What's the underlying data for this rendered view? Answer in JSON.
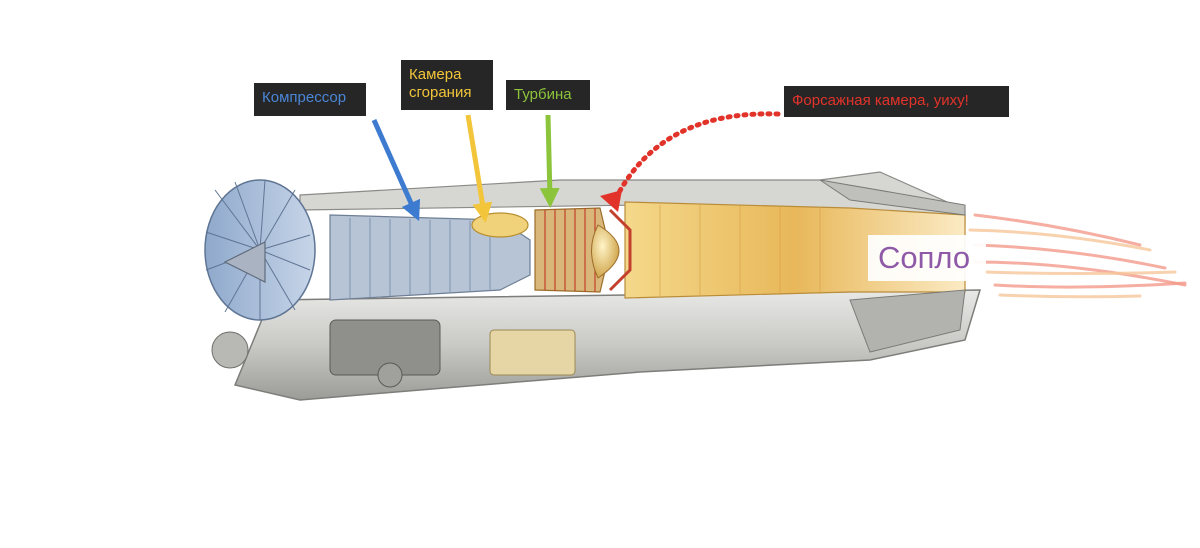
{
  "labels": {
    "compressor": "Компрессор",
    "combustion": "Камера\nсгорания",
    "turbine": "Турбина",
    "afterburner": "Форсажная камера, уиху!",
    "nozzle": "Сопло"
  },
  "colors": {
    "compressor": "#4a86d6",
    "combustion": "#f2c53a",
    "turbine": "#8cc43c",
    "afterburner": "#e2332a",
    "nozzle": "#8e5aa8",
    "label_bg": "#262626"
  },
  "icons": {
    "compressor_pointer": "arrow-icon",
    "combustion_pointer": "arrow-icon",
    "turbine_pointer": "arrow-icon",
    "afterburner_pointer": "dotted-curved-arrow-icon",
    "exhaust": "exhaust-flame-scribble-icon",
    "engine": "jet-engine-cutaway-icon"
  }
}
